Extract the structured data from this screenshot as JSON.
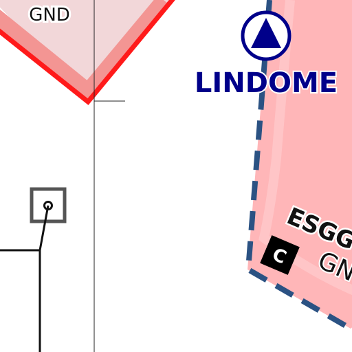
{
  "map": {
    "labels": {
      "gnd_top": "GND",
      "lindome": "LINDOME",
      "esgg": "ESGG",
      "gnd_right": "GN",
      "airspace_class": "C"
    },
    "colors": {
      "restricted_border": "#ff1a1a",
      "restricted_fill": "#f2d7d9",
      "restricted_band": "#f39593",
      "ctr_fill": "#ffb6b8",
      "ctr_band": "#ffd0d2",
      "ctr_dashed_border": "#2b5283",
      "vor_blue": "#00008a",
      "obstacle_gray": "#555555",
      "class_badge": "#000000"
    },
    "icons": [
      "vor-station-icon",
      "obstacle-icon",
      "airspace-class-badge"
    ]
  }
}
